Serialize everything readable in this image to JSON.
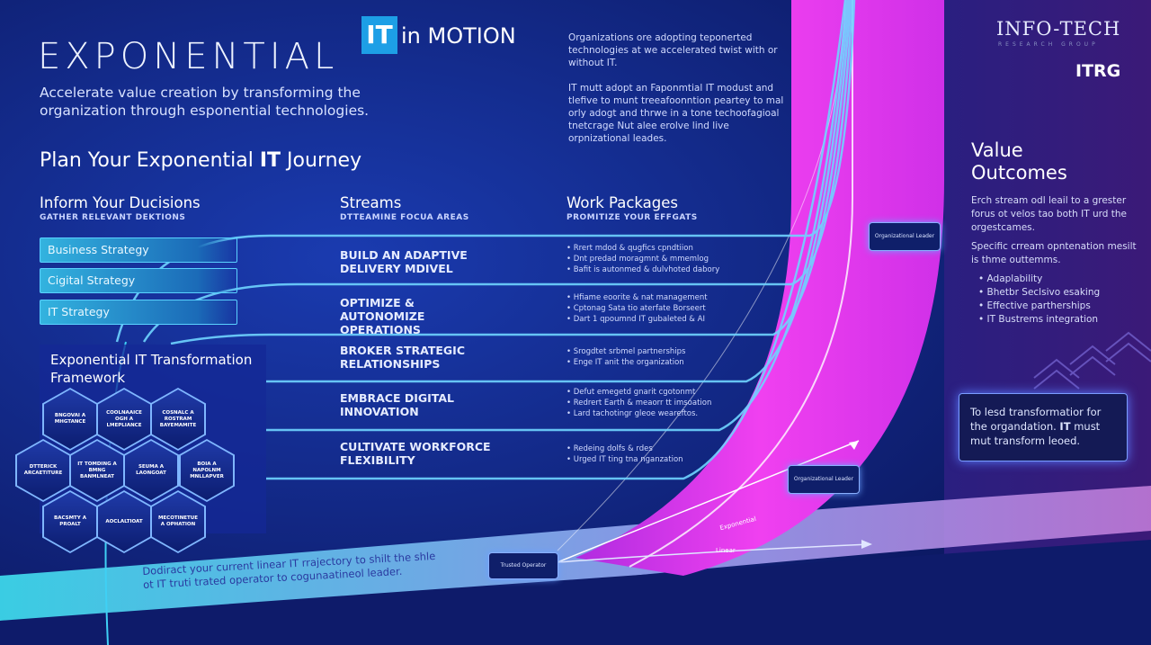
{
  "header": {
    "title": "EXPONENTIAL",
    "logo_it": "IT",
    "logo_motion": "in MOTION",
    "subtitle": "Accelerate value creation by transforming the organization through esponential technologies."
  },
  "brand": {
    "name": "INFO-TECH",
    "tagline": "RESEARCH GROUP",
    "badge": "ITRG"
  },
  "intro": {
    "p1": "Organizations ore adopting teponerted technologies at we accelerated twist with or without IT.",
    "p2": "IT mutt adopt an Faponmtial IT modust and tlefive to munt treeafoonntion peartey to mal orly adogt and thrwe in a tone techoofagioal tnetcrage Nut alee erolve lind live orpnizational leades."
  },
  "plan": {
    "title_pre": "Plan Your Exponential ",
    "title_it": "IT",
    "title_post": " Journey"
  },
  "inform": {
    "heading": "Inform Your Ducisions",
    "sub": "GATHER RELEVANT DEKTIONS",
    "items": [
      "Business Strategy",
      "Cigital Strategy",
      "IT Strategy"
    ]
  },
  "framework": {
    "title": "Exponential IT Transformation Framework",
    "hexes": [
      "BNGOVAI A MHGTANCE",
      "COOLNAAICE OGH A LMEPLIANCE",
      "COSNALC A ROSTRAM BAYEMAMITE",
      "DTTERICK ARCAETITURE",
      "IT TOMDING A BMNG BANMLNEAT",
      "SEUMA A LAONGOAT",
      "BOIA A NAPOLNM MNLLAPVER",
      "BACSMTY A PROALT",
      "AOCLALTIOAT",
      "MECOTINETUE A OPHATION"
    ]
  },
  "streams": {
    "heading": "Streams",
    "sub": "DTTEAMINE FOCUA AREAS",
    "items": [
      "BUILD AN ADAPTIVE DELIVERY MDIVEL",
      "OPTIMIZE & AUTONOMIZE OPERATIONS",
      "BROKER STRATEGIC RELATIONSHIPS",
      "EMBRACE DIGITAL INNOVATION",
      "CULTIVATE WORKFORCE FLEXIBILITY"
    ]
  },
  "work": {
    "heading": "Work Packages",
    "sub": "PROMITIZE YOUR EFFGATS",
    "groups": [
      [
        "Rrert mdod & qugfics cpndtiion",
        "Dnt predad moragmnt & mmemlog",
        "Bafit is autonmed & dulvhoted dabory"
      ],
      [
        "Hfiame eoorite & nat management",
        "Cptonag Sata tio aterfate Borseert",
        "Dart 1 qpoumnd IT gubaleted & AI"
      ],
      [
        "Srogdtet srbmel partnerships",
        "Enge IT anit the organization"
      ],
      [
        "Defut emegetd gnarit cgotonmt",
        "Redrert Earth & meaorr tt imsoation",
        "Lard tachotingr gleoe weareftos."
      ],
      [
        "Redeing dolfs & rdes",
        "Urged IT ting tna nganzation"
      ]
    ]
  },
  "trajectory": {
    "tag_top": "Organizational Leader",
    "tag_mid": "Organizational Leader",
    "tag_bottom": "Trusted Operator",
    "label_exp": "Exponential",
    "label_lin": "Linear",
    "bottom_text_1": "Dodiract your current linear IT rrajectory to shilt the shle",
    "bottom_text_2": "ot IT truti trated operator to cogunaatineol leader."
  },
  "value": {
    "heading": "Value Outcomes",
    "p1": "Erch stream odl leail to a grester forus ot velos tao both IT urd the orgestcames.",
    "p2": "Specific crream opntenation mesilt is thme outtemms.",
    "items": [
      "Adaplability",
      "Bhetbr Seclsivo esaking",
      "Effective partherships",
      "IT Bustrems integration"
    ],
    "quote_pre": "To lesd transformatior for the organdation. ",
    "quote_it": "IT",
    "quote_post": " must mut transform leoed."
  },
  "colors": {
    "bg": "#0a1660",
    "magenta": "#e832f0",
    "cyan": "#3fd0f5",
    "it_blue": "#1d9fe6"
  }
}
